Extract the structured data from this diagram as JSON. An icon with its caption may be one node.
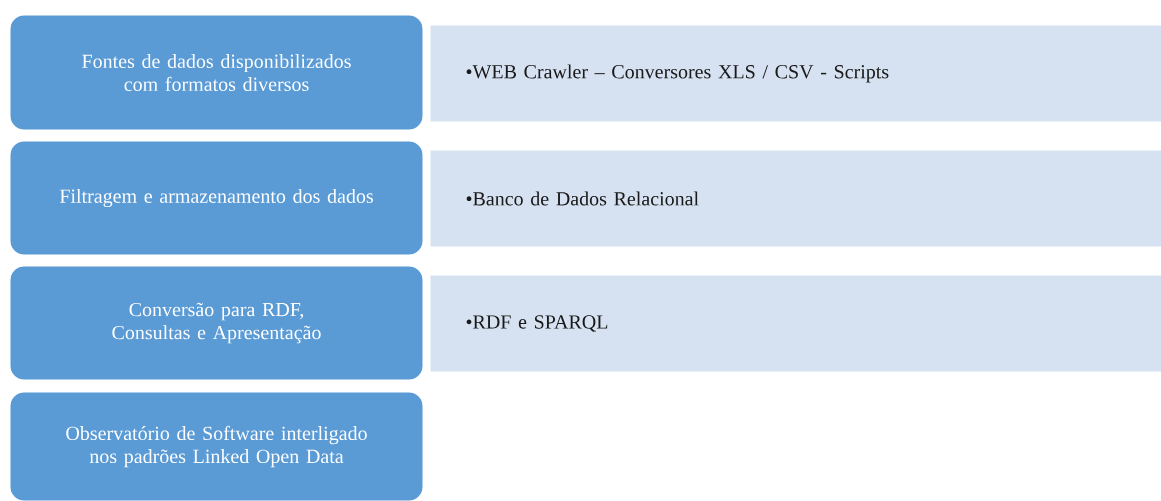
{
  "diagram": {
    "nodes": [
      {
        "text": [
          "Fontes de dados disponibilizados com formatos diversos"
        ]
      },
      {
        "text": [
          "Filtragem e armazenamento dos dados"
        ]
      },
      {
        "text": [
          "Conversão para RDF, Consultas e Apresentação"
        ]
      },
      {
        "text": [
          "Observatório de Software interligado nos padrões Linked Open Data"
        ]
      },
      {
        "text": [
          "•WEB Crawler – Conversores XLS / CSV - Scripts"
        ]
      },
      {
        "text": [
          "•Banco de Dados Relacional"
        ]
      },
      {
        "text": [
          "•RDF e SPARQL"
        ]
      }
    ]
  }
}
